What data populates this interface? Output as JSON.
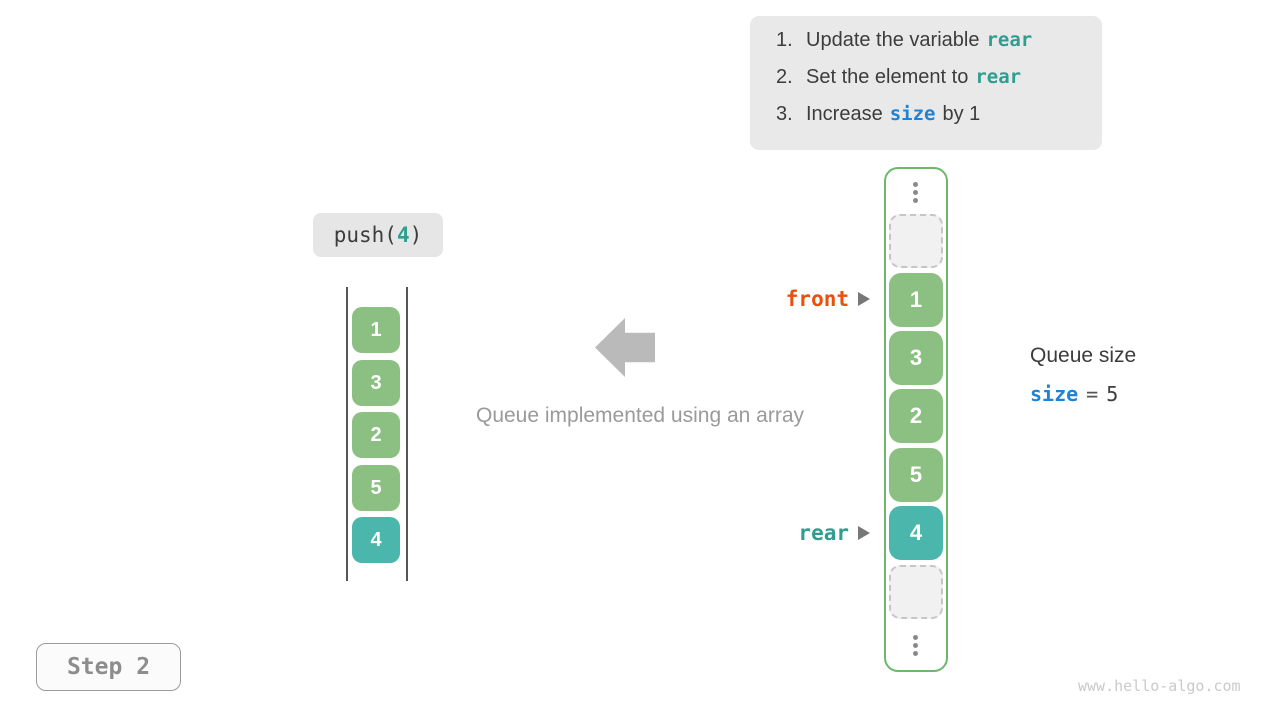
{
  "colors": {
    "cell_green": "#8cc083",
    "cell_teal": "#4ab6ac",
    "array_border_green": "#6cb96c",
    "code_teal": "#2f9e8f",
    "code_blue": "#1e82d6",
    "front_orange": "#ea4f0c",
    "note_box_bg": "#e9e9e9",
    "text_dark": "#3c3c3c",
    "muted_gray": "#9a9a9a"
  },
  "notes": {
    "items": [
      {
        "number": "1.",
        "text_before": "Update the variable",
        "code": "rear",
        "text_after": ""
      },
      {
        "number": "2.",
        "text_before": "Set the element to",
        "code": "rear",
        "text_after": ""
      },
      {
        "number": "3.",
        "text_before": "Increase",
        "code": "size",
        "text_after": "by 1"
      }
    ]
  },
  "operation": {
    "fn": "push(",
    "arg": "4",
    "close": ")"
  },
  "stack": {
    "cells": [
      {
        "value": "1"
      },
      {
        "value": "3"
      },
      {
        "value": "2"
      },
      {
        "value": "5"
      },
      {
        "value": "4"
      }
    ]
  },
  "caption": "Queue implemented using an array",
  "array": {
    "front_label": "front",
    "rear_label": "rear",
    "cells": [
      {
        "value": "1"
      },
      {
        "value": "3"
      },
      {
        "value": "2"
      },
      {
        "value": "5"
      },
      {
        "value": "4"
      }
    ]
  },
  "size_panel": {
    "title": "Queue size",
    "variable": "size",
    "equals": "=",
    "value": "5"
  },
  "step": {
    "label": "Step 2"
  },
  "watermark": "www.hello-algo.com"
}
